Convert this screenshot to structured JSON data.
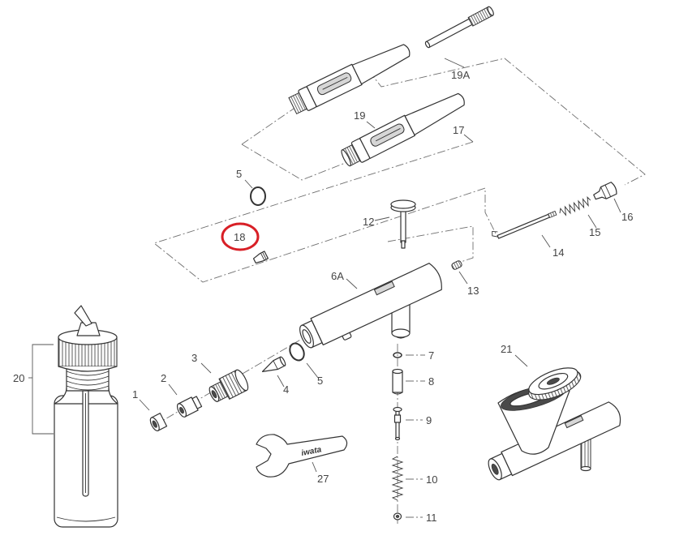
{
  "callouts": {
    "p19A": "19A",
    "p19": "19",
    "p17": "17",
    "p5_upper": "5",
    "p18": "18",
    "p12": "12",
    "p16": "16",
    "p15": "15",
    "p14": "14",
    "p13": "13",
    "p6A": "6A",
    "p3": "3",
    "p2": "2",
    "p1": "1",
    "p4": "4",
    "p5_lower": "5",
    "p7": "7",
    "p8": "8",
    "p9": "9",
    "p10": "10",
    "p11": "11",
    "p20": "20",
    "p21": "21",
    "p27": "27"
  },
  "wrench_brand": "iwata",
  "colors": {
    "line": "#333333",
    "guide": "#6f6f6f",
    "label": "#444444",
    "highlight": "#d81f26",
    "background": "#ffffff"
  }
}
